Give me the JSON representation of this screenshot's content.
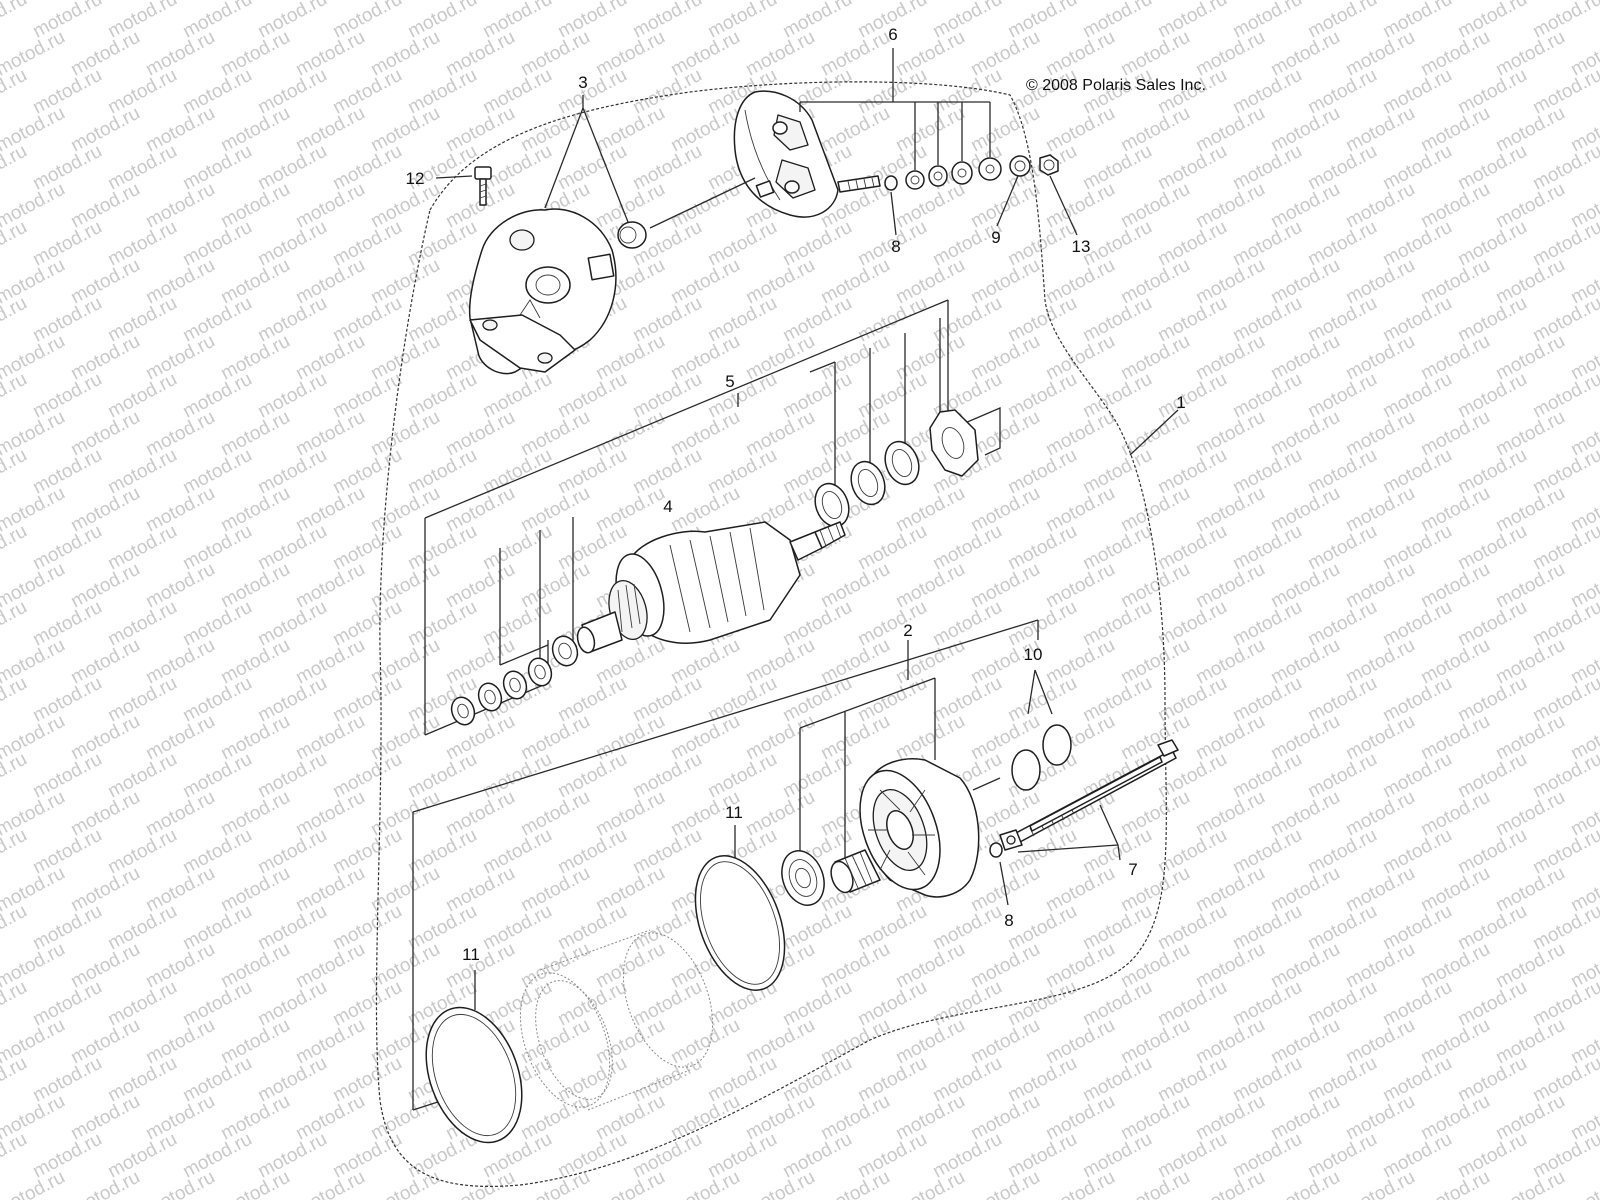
{
  "copyright": "© 2008 Polaris Sales Inc.",
  "watermark": "motod.ru",
  "callouts": {
    "c1": "1",
    "c2": "2",
    "c3": "3",
    "c4": "4",
    "c5": "5",
    "c6": "6",
    "c7": "7",
    "c8a": "8",
    "c8b": "8",
    "c9": "9",
    "c10": "10",
    "c11a": "11",
    "c11b": "11",
    "c12": "12",
    "c13": "13"
  }
}
